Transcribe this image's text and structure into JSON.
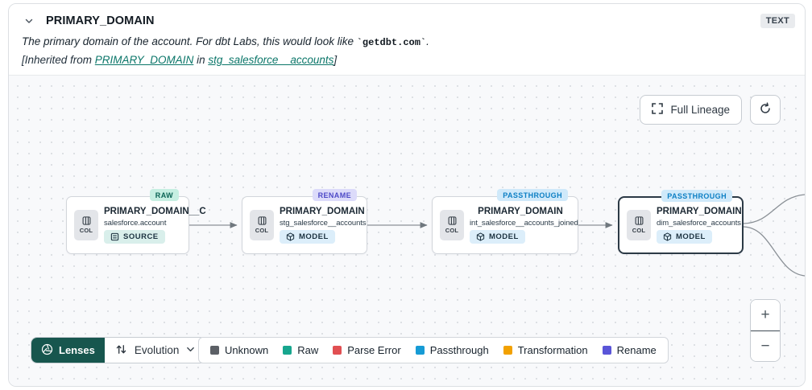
{
  "header": {
    "title": "PRIMARY_DOMAIN",
    "type_badge": "TEXT",
    "description": {
      "text_before": "The primary domain of the account. For dbt Labs, this would look like ",
      "code": "`getdbt.com`",
      "text_after": "."
    },
    "inherited": {
      "prefix": "[Inherited from ",
      "column_link": "PRIMARY_DOMAIN",
      "middle": " in ",
      "model_link": "stg_salesforce__accounts",
      "suffix": "]"
    }
  },
  "toolbar": {
    "full_lineage_label": "Full Lineage"
  },
  "col_chip_label": "COL",
  "nodes": [
    {
      "evolution_badge": "RAW",
      "title": "PRIMARY_DOMAIN__C",
      "subtitle": "salesforce.account",
      "resource_label": "SOURCE"
    },
    {
      "evolution_badge": "RENAME",
      "title": "PRIMARY_DOMAIN",
      "subtitle": "stg_salesforce__accounts",
      "resource_label": "MODEL"
    },
    {
      "evolution_badge": "PASSTHROUGH",
      "title": "PRIMARY_DOMAIN",
      "subtitle": "int_salesforce__accounts_joined",
      "resource_label": "MODEL"
    },
    {
      "evolution_badge": "PASSTHROUGH",
      "title": "PRIMARY_DOMAIN",
      "subtitle": "dim_salesforce_accounts",
      "resource_label": "MODEL"
    }
  ],
  "lenses": {
    "label": "Lenses",
    "selected_lens": "Evolution"
  },
  "legend": {
    "items": [
      {
        "label": "Unknown",
        "color": "#5c6066"
      },
      {
        "label": "Raw",
        "color": "#17a68e"
      },
      {
        "label": "Parse Error",
        "color": "#e14f52"
      },
      {
        "label": "Passthrough",
        "color": "#169bd5"
      },
      {
        "label": "Transformation",
        "color": "#f2a100"
      },
      {
        "label": "Rename",
        "color": "#5a55d8"
      }
    ]
  },
  "zoom_controls": {
    "zoom_in": "+",
    "zoom_out": "−"
  }
}
